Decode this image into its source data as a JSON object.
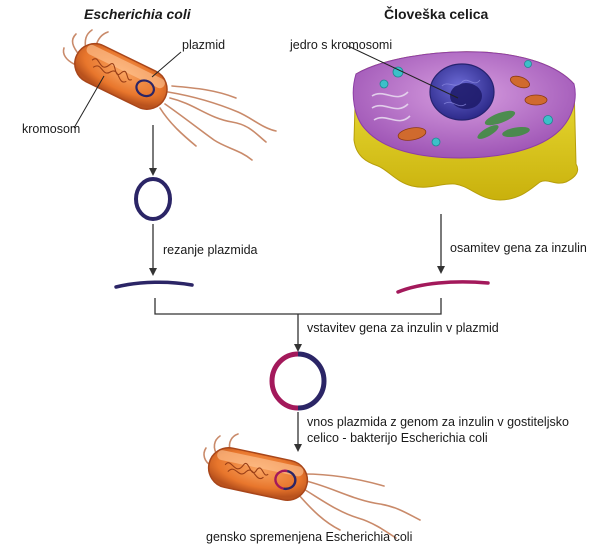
{
  "titles": {
    "ecoli": "Escherichia coli",
    "human_cell": "Človeška celica"
  },
  "labels": {
    "plasmid": "plazmid",
    "chromosome": "kromosom",
    "nucleus": "jedro s kromosomi",
    "cut_plasmid": "rezanje plazmida",
    "isolate_gene": "osamitev gena za inzulin",
    "insert_gene": "vstavitev gena za inzulin v plazmid",
    "transfer_line1": "vnos plazmida z genom za inzulin v gostiteljsko",
    "transfer_line2": "celico - bakterijo Escherichia coli",
    "result": "gensko spremenjena Escherichia coli"
  },
  "colors": {
    "bacterium_body": "#e8762c",
    "bacterium_outline": "#a8461a",
    "flagella": "#c98a6a",
    "plasmid": "#2b2566",
    "insulin_gene": "#a3195b",
    "cell_base": "#e3d21b",
    "cytoplasm": "#b66ac8",
    "nucleus": "#3e3ba7",
    "arrow": "#333333"
  }
}
